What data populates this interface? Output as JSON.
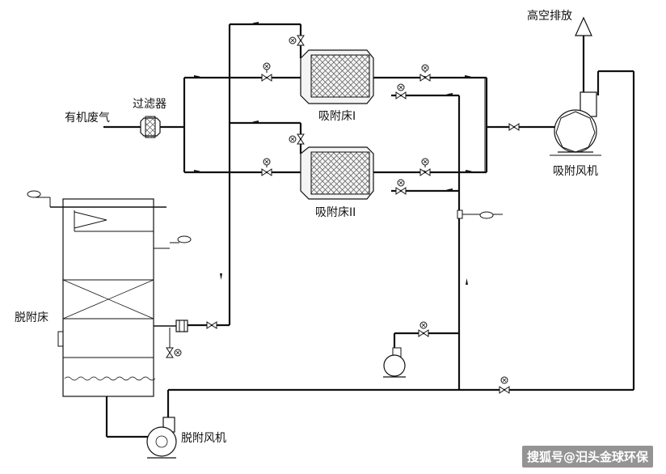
{
  "labels": {
    "high_exhaust": "高空排放",
    "organic_gas": "有机废气",
    "filter": "过滤器",
    "bed1": "吸附床I",
    "bed2": "吸附床II",
    "adsorption_fan": "吸附风机",
    "desorption_bed": "脱附床",
    "desorption_fan": "脱附风机"
  },
  "watermark": "搜狐号@汨头金球环保",
  "colors": {
    "line": "#111111",
    "bed_fill": "#f4f4f4",
    "hatch": "#555555"
  }
}
